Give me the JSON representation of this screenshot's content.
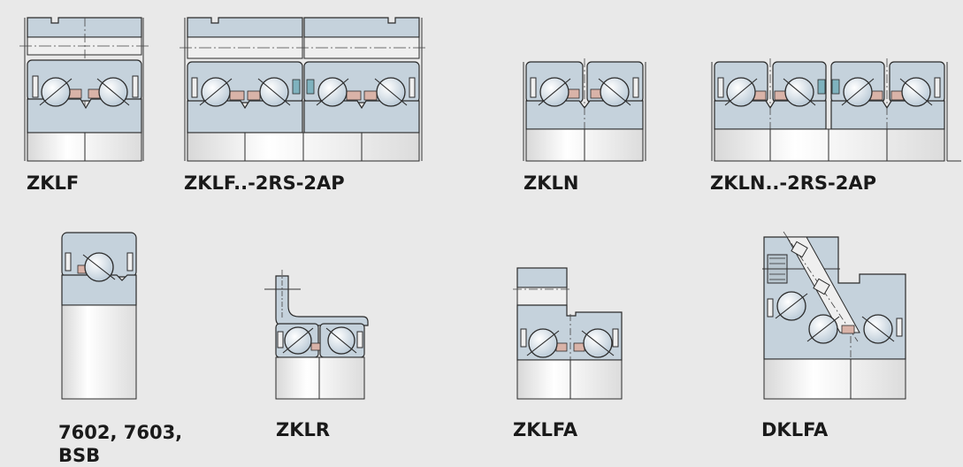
{
  "labels": {
    "zklf": "ZKLF",
    "zklf_2rs_2ap": "ZKLF..-2RS-2AP",
    "zkln": "ZKLN",
    "zkln_2rs_2ap": "ZKLN..-2RS-2AP",
    "b7602_7603_bsb": "7602, 7603,\nBSB",
    "zklr": "ZKLR",
    "zklfa": "ZKLFA",
    "dklfa": "DKLFA"
  },
  "colors": {
    "background": "#e9e9e9",
    "ring_fill": "#c5d2dc",
    "shaft_fill": "#efefef",
    "ball_fill": "#d6e2eb",
    "cage_fill": "#d9b3a8",
    "seal_fill": "#7fb2be",
    "outline": "#2b2b2b"
  }
}
